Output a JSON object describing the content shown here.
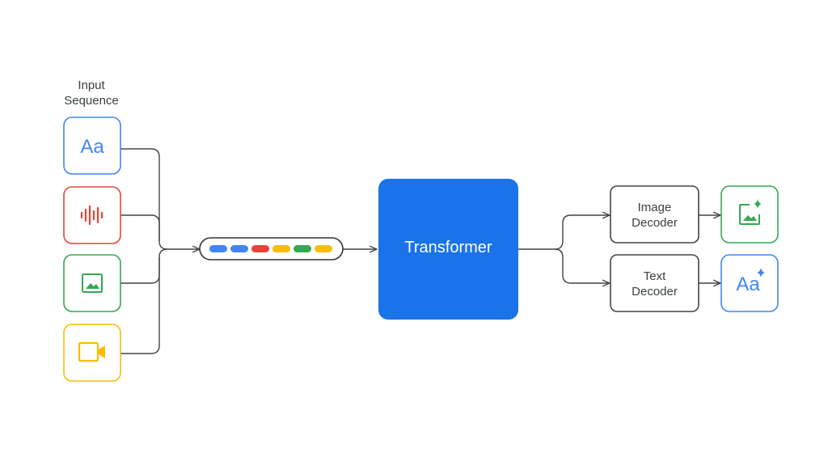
{
  "input_label_line1": "Input",
  "input_label_line2": "Sequence",
  "inputs": [
    {
      "icon": "text-icon",
      "glyph": "Aa",
      "color": "#4285f4"
    },
    {
      "icon": "audio-icon",
      "color": "#ea4335"
    },
    {
      "icon": "image-icon",
      "color": "#34a853"
    },
    {
      "icon": "video-icon",
      "color": "#fbbc04"
    }
  ],
  "token_colors": [
    "#4285f4",
    "#4285f4",
    "#ea4335",
    "#fbbc04",
    "#34a853",
    "#fbbc04"
  ],
  "transformer": {
    "label": "Transformer",
    "color": "#1a73e8"
  },
  "decoders": [
    {
      "line1": "Image",
      "line2": "Decoder"
    },
    {
      "line1": "Text",
      "line2": "Decoder"
    }
  ],
  "outputs": [
    {
      "icon": "generated-image-icon",
      "color": "#34a853"
    },
    {
      "icon": "generated-text-icon",
      "glyph": "Aa",
      "color": "#4285f4"
    }
  ]
}
